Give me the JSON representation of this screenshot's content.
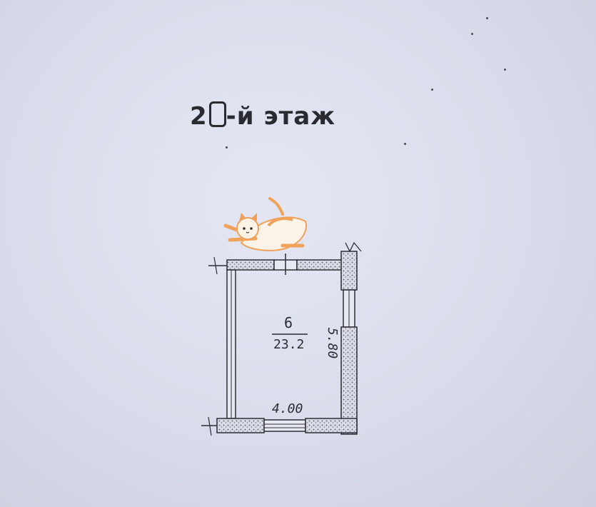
{
  "floor_title": "2",
  "floor_title_rest": "-й этаж",
  "room": {
    "number": "6",
    "area": "23.2",
    "width_dim": "4.00",
    "length_dim": "5.80"
  },
  "sticker": "cat-sticker"
}
